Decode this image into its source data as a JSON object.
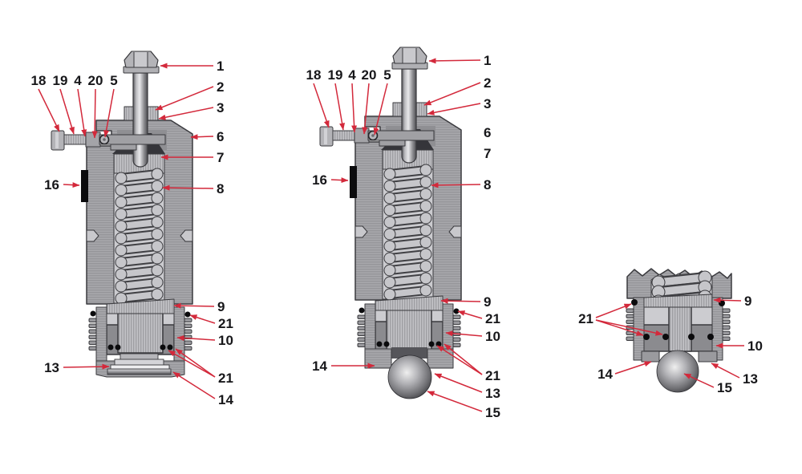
{
  "figure": {
    "type": "technical-cutaway-diagram",
    "colors": {
      "leader_red": "#d3293b",
      "label_color": "#17171a",
      "metal_light": "#c6c6ca",
      "metal_mid": "#a7a7ab",
      "metal_dark": "#8b8b8f",
      "seal_black": "#0b0b0d",
      "background": "#ffffff"
    },
    "views": [
      {
        "id": "left-full-section-flat-seat",
        "callouts": [
          {
            "label": "18"
          },
          {
            "label": "19"
          },
          {
            "label": "4"
          },
          {
            "label": "20"
          },
          {
            "label": "5"
          },
          {
            "label": "1"
          },
          {
            "label": "2"
          },
          {
            "label": "3"
          },
          {
            "label": "6"
          },
          {
            "label": "7"
          },
          {
            "label": "8"
          },
          {
            "label": "16"
          },
          {
            "label": "9"
          },
          {
            "label": "21"
          },
          {
            "label": "10"
          },
          {
            "label": "13"
          },
          {
            "label": "21"
          },
          {
            "label": "14"
          }
        ]
      },
      {
        "id": "middle-full-section-ball",
        "callouts": [
          {
            "label": "18"
          },
          {
            "label": "19"
          },
          {
            "label": "4"
          },
          {
            "label": "20"
          },
          {
            "label": "5"
          },
          {
            "label": "1"
          },
          {
            "label": "2"
          },
          {
            "label": "3"
          },
          {
            "label": "6"
          },
          {
            "label": "7"
          },
          {
            "label": "8"
          },
          {
            "label": "16"
          },
          {
            "label": "9"
          },
          {
            "label": "21"
          },
          {
            "label": "10"
          },
          {
            "label": "14"
          },
          {
            "label": "21"
          },
          {
            "label": "13"
          },
          {
            "label": "15"
          }
        ]
      },
      {
        "id": "right-detail-ball-seat",
        "callouts": [
          {
            "label": "21"
          },
          {
            "label": "9"
          },
          {
            "label": "10"
          },
          {
            "label": "14"
          },
          {
            "label": "13"
          },
          {
            "label": "15"
          }
        ]
      }
    ]
  }
}
